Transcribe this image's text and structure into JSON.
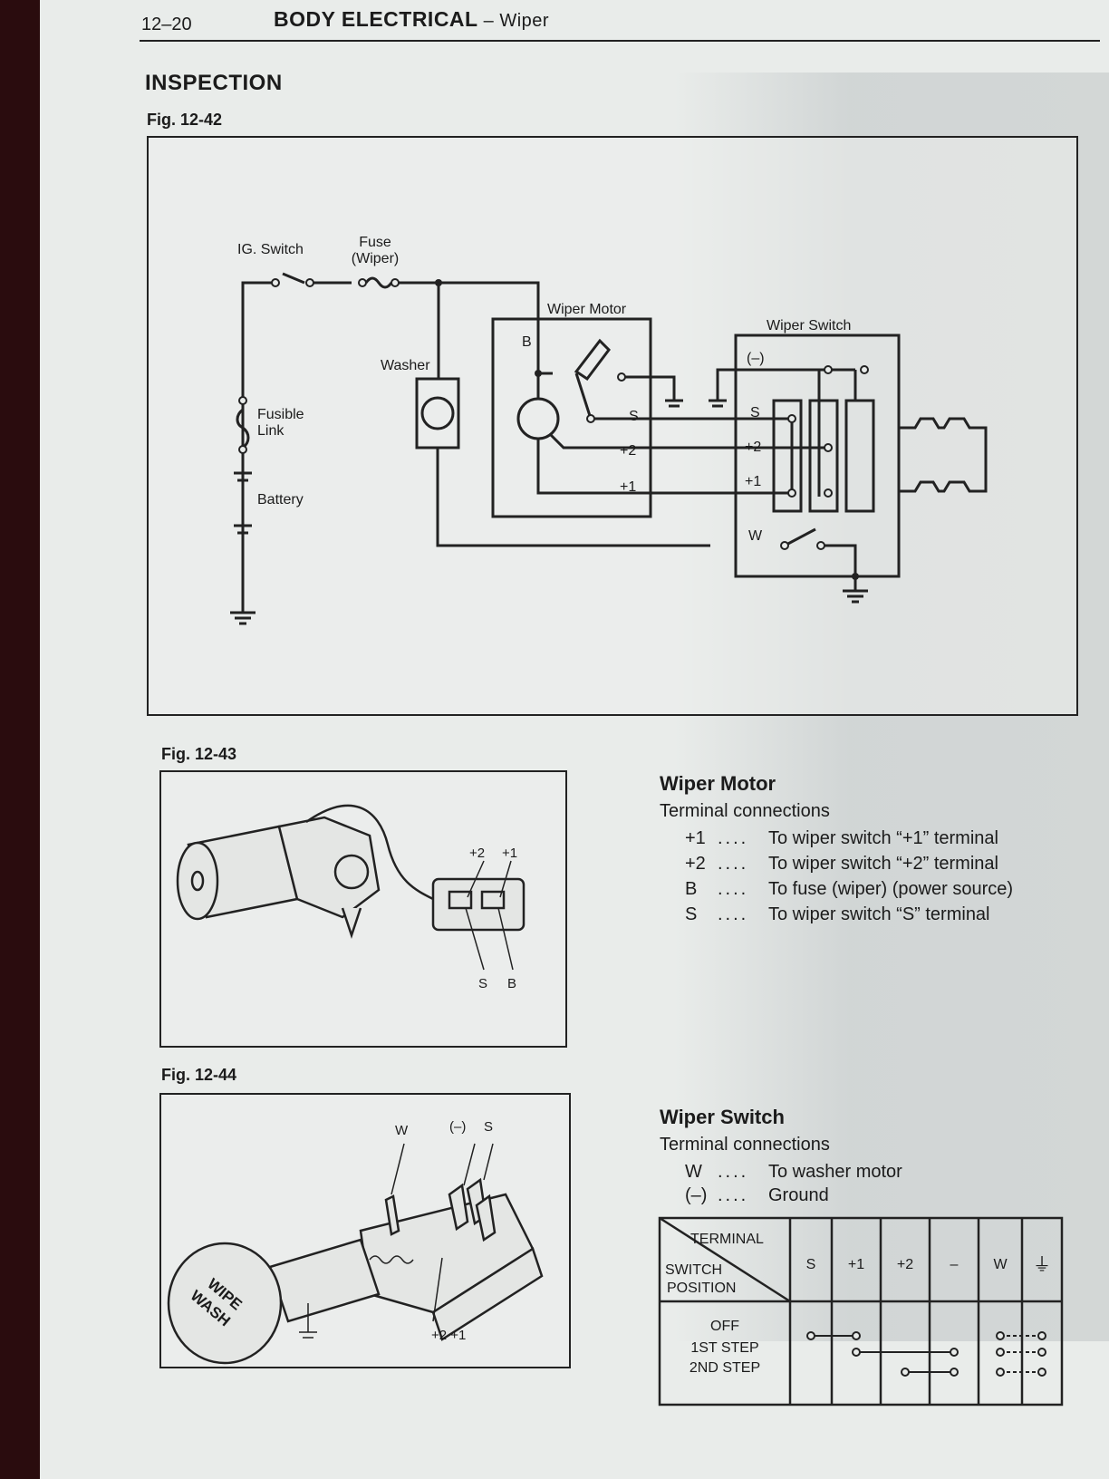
{
  "header": {
    "page_number": "12–20",
    "title": "BODY ELECTRICAL",
    "subtitle": " – Wiper"
  },
  "section_title": "INSPECTION",
  "fig_12_42": {
    "caption": "Fig. 12-42",
    "labels": {
      "ig_switch": "IG. Switch",
      "fuse_line1": "Fuse",
      "fuse_line2": "(Wiper)",
      "fusible_line1": "Fusible",
      "fusible_line2": "Link",
      "battery": "Battery",
      "washer": "Washer",
      "wiper_motor": "Wiper Motor",
      "wiper_switch": "Wiper Switch",
      "b": "B",
      "s": "S",
      "p2": "+2",
      "p1": "+1",
      "neg": "(–)",
      "w": "W"
    }
  },
  "fig_12_43": {
    "caption": "Fig. 12-43",
    "labels": {
      "p2": "+2",
      "p1": "+1",
      "s": "S",
      "b": "B"
    }
  },
  "fig_12_44": {
    "caption": "Fig. 12-44",
    "labels": {
      "w": "W",
      "neg": "(–)",
      "s": "S",
      "p2p1": "+2 +1",
      "knob1": "WIPE",
      "knob2": "WASH"
    }
  },
  "wiper_motor": {
    "title": "Wiper Motor",
    "subtitle": "Terminal connections",
    "dots": "....",
    "rows": [
      {
        "terminal": "+1",
        "desc": "To wiper switch “+1” terminal"
      },
      {
        "terminal": "+2",
        "desc": "To wiper switch “+2” terminal"
      },
      {
        "terminal": "B",
        "desc": "To fuse (wiper) (power source)"
      },
      {
        "terminal": "S",
        "desc": "To wiper switch “S” terminal"
      }
    ]
  },
  "wiper_switch": {
    "title": "Wiper Switch",
    "subtitle": "Terminal connections",
    "dots": "....",
    "rows": [
      {
        "terminal": "W",
        "desc": "To washer motor"
      },
      {
        "terminal": "(–)",
        "desc": "Ground"
      }
    ]
  },
  "switch_table": {
    "corner_top": "TERMINAL",
    "corner_bottom_1": "SWITCH",
    "corner_bottom_2": "POSITION",
    "columns": [
      "S",
      "+1",
      "+2",
      "–",
      "W",
      "⏚"
    ],
    "positions": [
      "OFF",
      "1ST STEP",
      "2ND STEP"
    ]
  }
}
